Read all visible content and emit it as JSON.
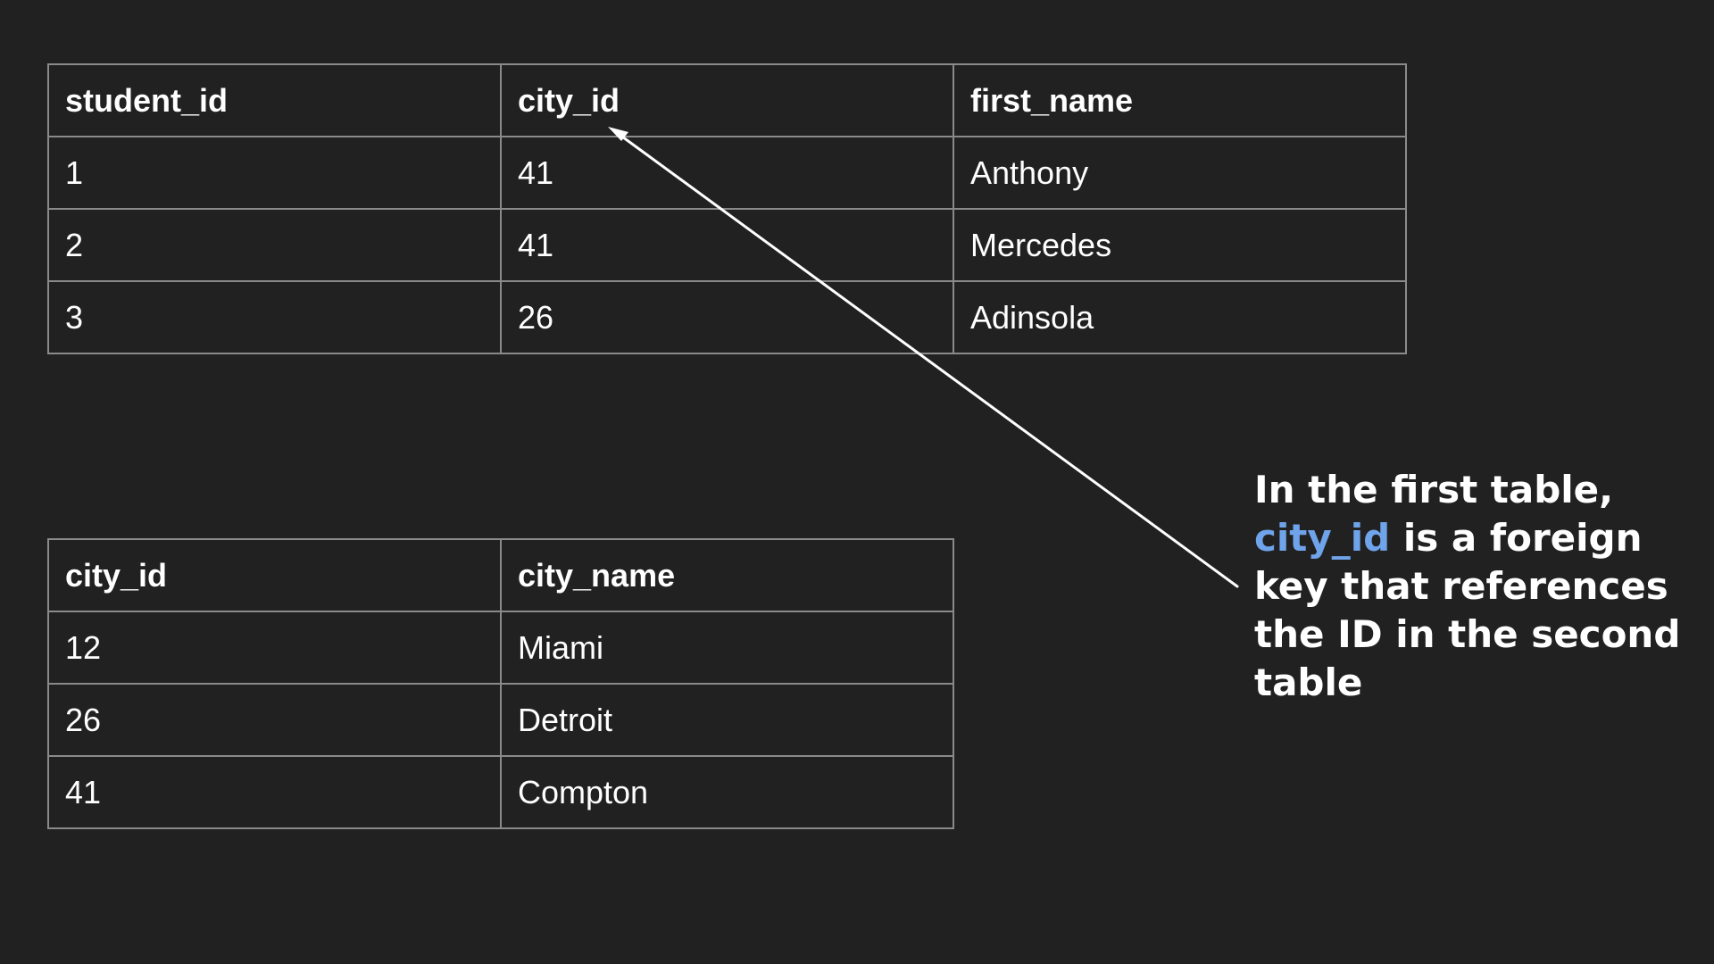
{
  "students_table": {
    "headers": [
      "student_id",
      "city_id",
      "first_name"
    ],
    "rows": [
      [
        "1",
        "41",
        "Anthony"
      ],
      [
        "2",
        "41",
        "Mercedes"
      ],
      [
        "3",
        "26",
        "Adinsola"
      ]
    ]
  },
  "cities_table": {
    "headers": [
      "city_id",
      "city_name"
    ],
    "rows": [
      [
        "12",
        "Miami"
      ],
      [
        "26",
        "Detroit"
      ],
      [
        "41",
        "Compton"
      ]
    ]
  },
  "callout": {
    "line1": "In the first table,",
    "highlight": "city_id",
    "rest1": " is a foreign",
    "line3": "key that references",
    "line4": "the ID in the second",
    "line5": "table"
  },
  "colors": {
    "background": "#212121",
    "highlight": "#6fa3ea",
    "border": "#8a8a8a"
  }
}
